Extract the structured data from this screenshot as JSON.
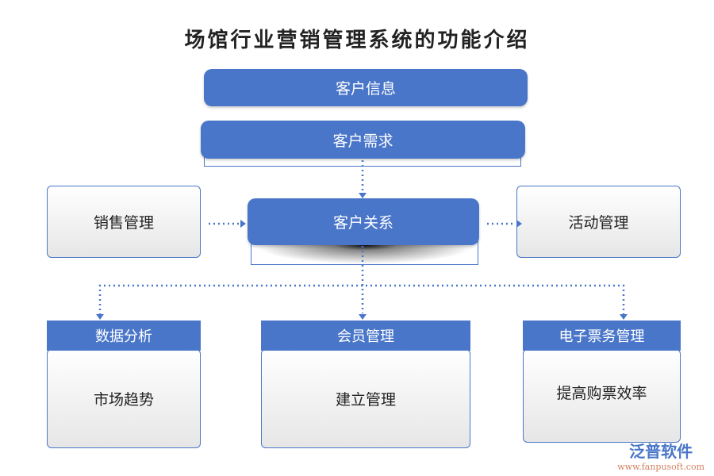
{
  "title": "场馆行业营销管理系统的功能介绍",
  "top": [
    "客户信息",
    "客户需求"
  ],
  "center": "客户关系",
  "left": "销售管理",
  "right": "活动管理",
  "bottom": [
    {
      "header": "数据分析",
      "body": "市场趋势"
    },
    {
      "header": "会员管理",
      "body": "建立管理"
    },
    {
      "header": "电子票务管理",
      "body": "提高购票效率"
    }
  ],
  "logo": {
    "name": "泛普软件",
    "url": "www.fanpusoft.com"
  },
  "colors": {
    "accent": "#4a76c9"
  }
}
